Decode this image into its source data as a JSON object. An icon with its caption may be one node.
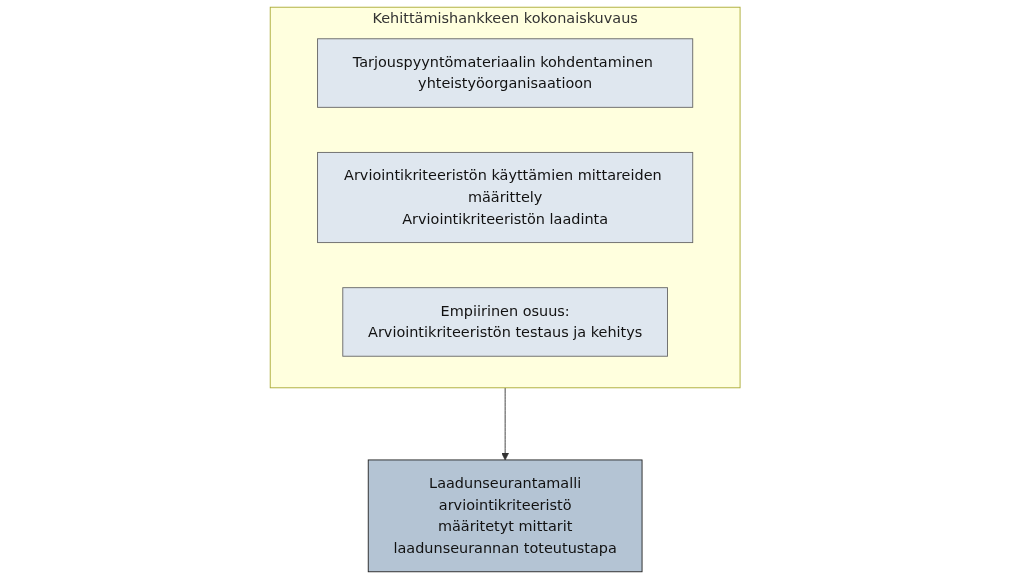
{
  "diagram": {
    "nodes": [
      {
        "text": [
          "Kehittämishankkeen kokonaiskuvaus"
        ]
      },
      {
        "text": [
          "Tarjouspyyntömateriaalin kohdentaminen yhteistyöorganisaatioon"
        ],
        "in": 0
      },
      {
        "text": [
          "Arviointikriteeristön käyttämien mittareiden määrittely",
          "Arviointikriteeristön laadinta"
        ],
        "in": 0
      },
      {
        "text": [
          "Empiirinen osuus:",
          "Arviointikriteeristön testaus ja kehitys"
        ],
        "in": 0
      },
      {
        "text": [
          "Laadunseurantamalli",
          "arviointikriteeristö",
          "määritetyt mittarit",
          "laadunseurannan toteutustapa"
        ]
      }
    ],
    "edges": [
      {
        "from": 0,
        "to": 4,
        "arrow": "to"
      }
    ]
  }
}
